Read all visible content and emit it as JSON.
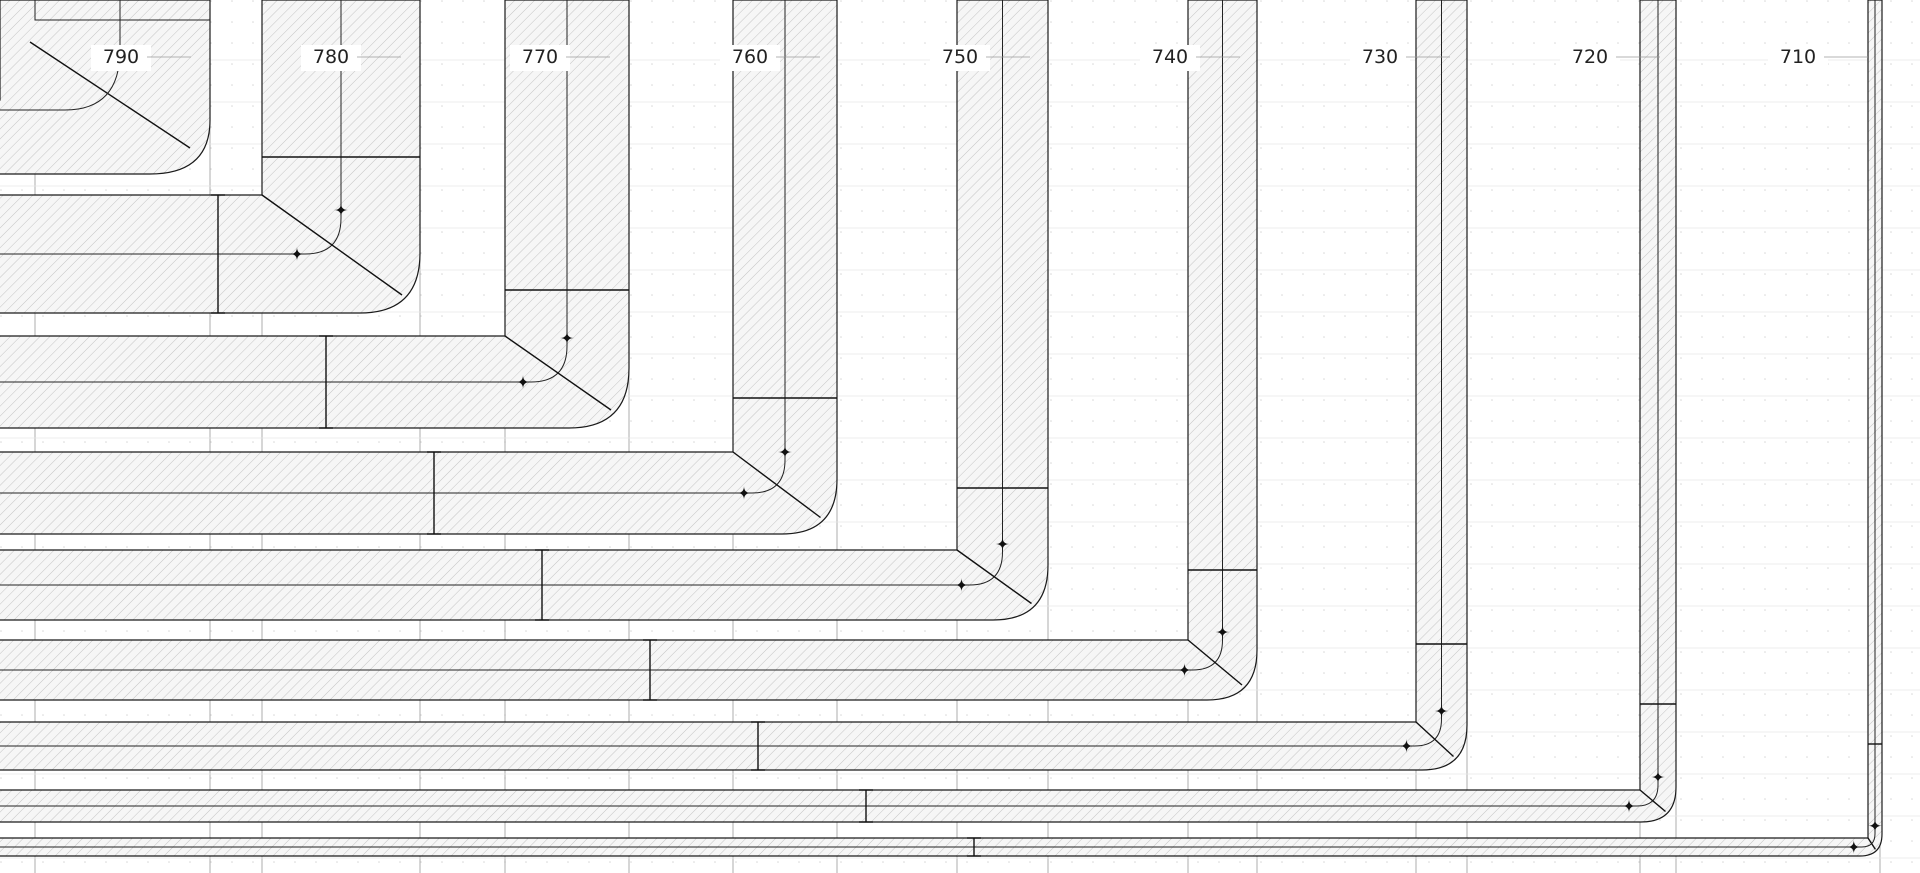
{
  "drawing": {
    "column_labels": [
      "790",
      "780",
      "770",
      "760",
      "750",
      "740",
      "730",
      "720",
      "710"
    ],
    "colors": {
      "line": "#1a1a1a",
      "grid": "#9a9a9a",
      "grid_faint": "#e6e6e6",
      "hatch": "#b8b8b8",
      "background": "#ffffff"
    }
  }
}
